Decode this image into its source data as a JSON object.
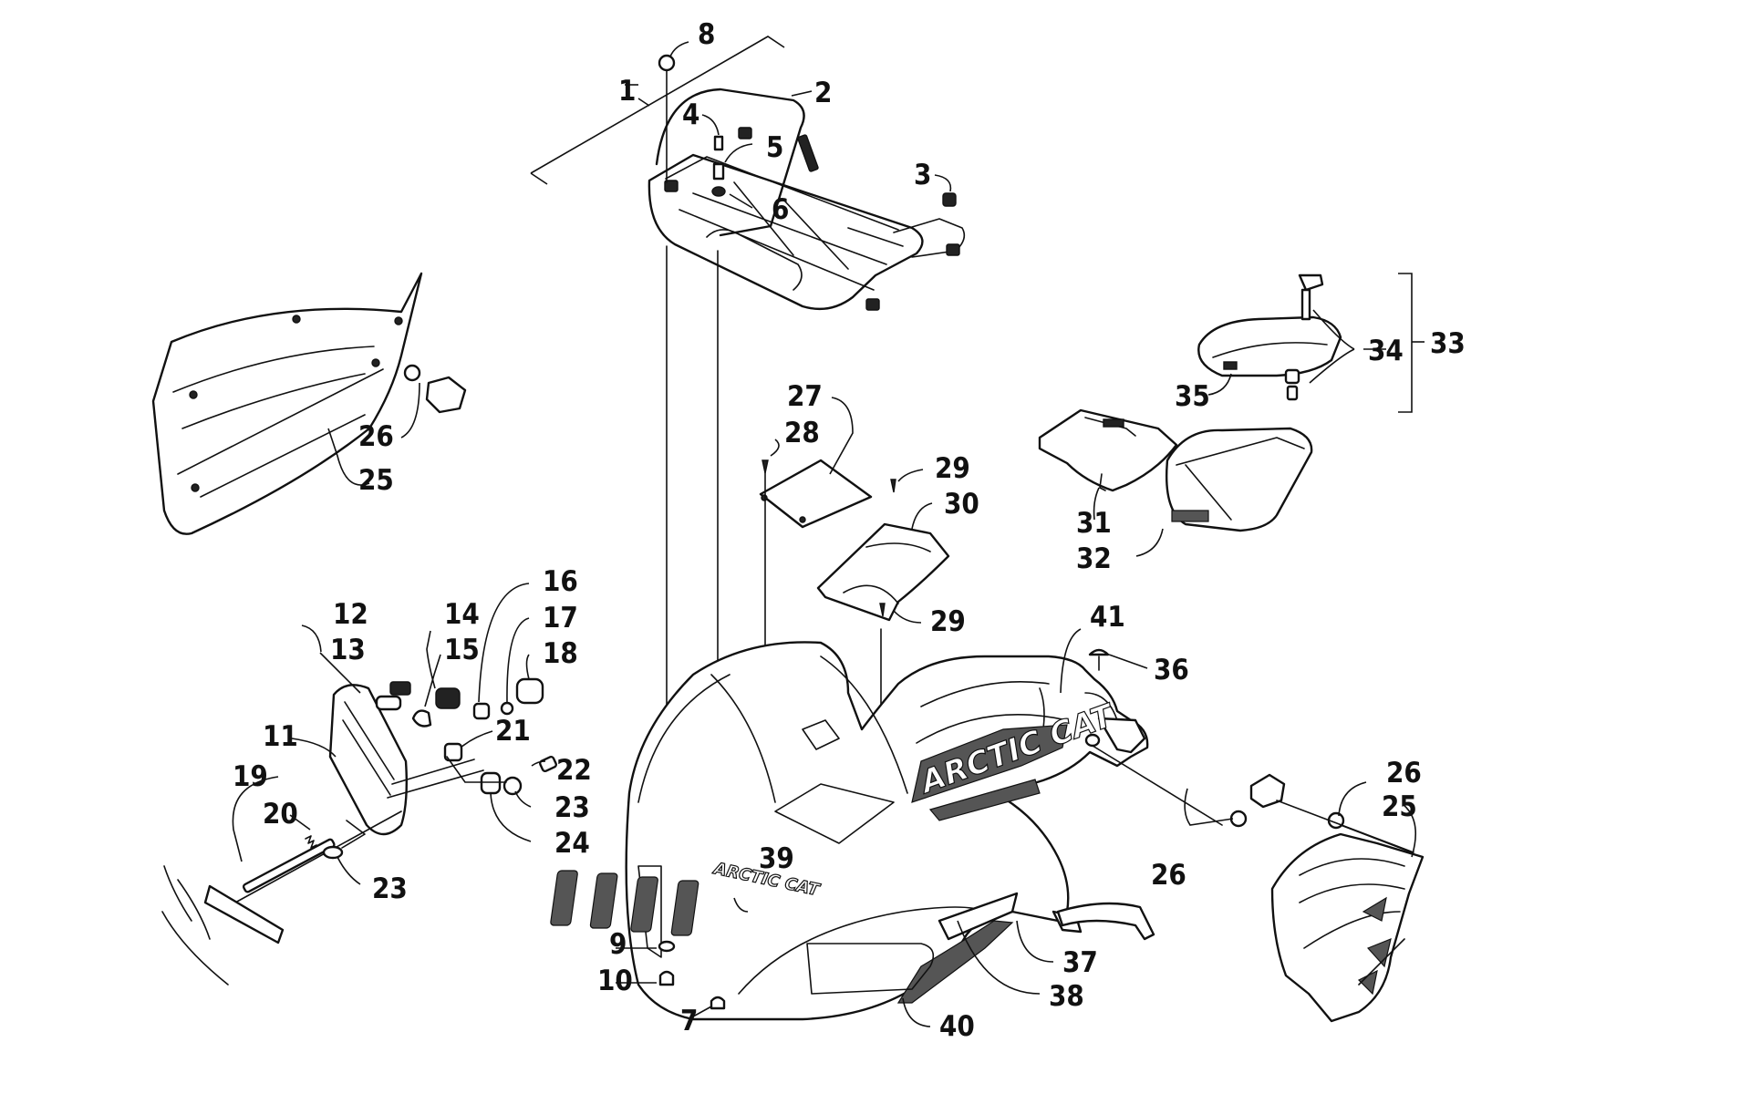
{
  "diagram": {
    "logo_text": "ARCTIC CAT",
    "callouts": [
      {
        "id": "c1",
        "label": "1"
      },
      {
        "id": "c2",
        "label": "2"
      },
      {
        "id": "c3",
        "label": "3"
      },
      {
        "id": "c4",
        "label": "4"
      },
      {
        "id": "c5",
        "label": "5"
      },
      {
        "id": "c6",
        "label": "6"
      },
      {
        "id": "c7",
        "label": "7"
      },
      {
        "id": "c8",
        "label": "8"
      },
      {
        "id": "c9",
        "label": "9"
      },
      {
        "id": "c10",
        "label": "10"
      },
      {
        "id": "c11",
        "label": "11"
      },
      {
        "id": "c12",
        "label": "12"
      },
      {
        "id": "c13",
        "label": "13"
      },
      {
        "id": "c14",
        "label": "14"
      },
      {
        "id": "c15",
        "label": "15"
      },
      {
        "id": "c16",
        "label": "16"
      },
      {
        "id": "c17",
        "label": "17"
      },
      {
        "id": "c18",
        "label": "18"
      },
      {
        "id": "c19",
        "label": "19"
      },
      {
        "id": "c20",
        "label": "20"
      },
      {
        "id": "c21",
        "label": "21"
      },
      {
        "id": "c22",
        "label": "22"
      },
      {
        "id": "c23a",
        "label": "23"
      },
      {
        "id": "c23b",
        "label": "23"
      },
      {
        "id": "c24",
        "label": "24"
      },
      {
        "id": "c25a",
        "label": "25"
      },
      {
        "id": "c25b",
        "label": "25"
      },
      {
        "id": "c26a",
        "label": "26"
      },
      {
        "id": "c26b",
        "label": "26"
      },
      {
        "id": "c26c",
        "label": "26"
      },
      {
        "id": "c27",
        "label": "27"
      },
      {
        "id": "c28",
        "label": "28"
      },
      {
        "id": "c29a",
        "label": "29"
      },
      {
        "id": "c29b",
        "label": "29"
      },
      {
        "id": "c30",
        "label": "30"
      },
      {
        "id": "c31",
        "label": "31"
      },
      {
        "id": "c32",
        "label": "32"
      },
      {
        "id": "c33",
        "label": "33"
      },
      {
        "id": "c34",
        "label": "34"
      },
      {
        "id": "c35",
        "label": "35"
      },
      {
        "id": "c36",
        "label": "36"
      },
      {
        "id": "c37",
        "label": "37"
      },
      {
        "id": "c38",
        "label": "38"
      },
      {
        "id": "c39",
        "label": "39"
      },
      {
        "id": "c40",
        "label": "40"
      },
      {
        "id": "c41",
        "label": "41"
      }
    ]
  }
}
